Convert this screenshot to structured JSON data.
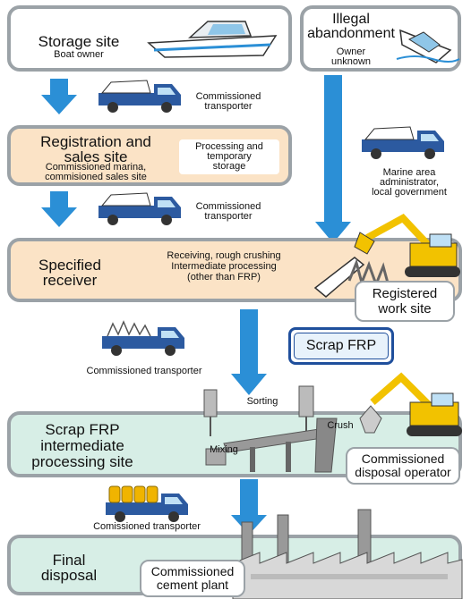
{
  "stages": {
    "storage": {
      "title": "Storage site",
      "subtitle": "Boat owner"
    },
    "illegal": {
      "title": "Illegal\nabandonment",
      "subtitle": "Owner\nunknown"
    },
    "registration": {
      "title": "Registration and\nsales site",
      "subtitle": "Commissioned marina,\ncommisioned sales site",
      "note": "Processing and\ntemporary\nstorage"
    },
    "receiver": {
      "title": "Specified\nreceiver",
      "note": "Receiving, rough crushing\nIntermediate processing\n(other than FRP)",
      "badge": "Registered\nwork site"
    },
    "intermediate": {
      "title": "Scrap FRP\nintermediate\nprocessing site",
      "badge": "Commissioned\ndisposal operator",
      "labels": {
        "sorting": "Sorting",
        "crush": "Crush",
        "mixing": "Mixing"
      }
    },
    "final": {
      "title": "Final\ndisposal",
      "badge": "Commissioned\ncement plant"
    }
  },
  "transport": {
    "t1": "Commissioned\ntransporter",
    "t2": "Commissioned\ntransporter",
    "t3": "Commissioned transporter",
    "t4": "Comissioned transporter",
    "admin": "Marine area\nadministrator,\nlocal government"
  },
  "scrap_frp": "Scrap FRP",
  "colors": {
    "arrow": "#2b8fd6",
    "border": "#9ba2a7",
    "peach": "#fbe3c6",
    "mint": "#d7eee6",
    "truck": "#2c5aa0",
    "excavator": "#f2c200",
    "scrap_border": "#1f4f9c"
  }
}
